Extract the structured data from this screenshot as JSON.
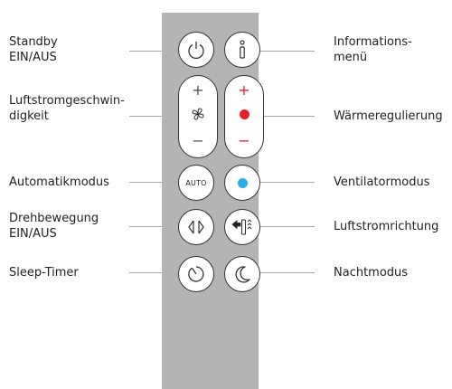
{
  "labels": {
    "standby_line1": "Standby",
    "standby_line2": "EIN/AUS",
    "airflow_line1": "Luftstromgeschwin-",
    "airflow_line2": "digkeit",
    "auto_mode": "Automatikmodus",
    "oscillation_line1": "Drehbewegung",
    "oscillation_line2": "EIN/AUS",
    "sleep_timer": "Sleep-Timer",
    "info_line1": "Informations-",
    "info_line2": "menü",
    "heat_control": "Wärmeregulierung",
    "fan_mode": "Ventilatormodus",
    "airflow_direction": "Luftstromrichtung",
    "night_mode": "Nachtmodus"
  },
  "buttons": {
    "auto_label": "AUTO",
    "plus_sign": "+",
    "minus_sign": "−"
  },
  "colors": {
    "remote_body": "#b4b4b4",
    "heat_accent": "#e5202a",
    "fan_accent": "#29aee8",
    "button_outline": "#333333",
    "leader_line": "#a8a8a8"
  },
  "icons": [
    "power-icon",
    "info-icon",
    "fan-icon",
    "oscillation-icon",
    "airflow-direction-icon",
    "sleep-timer-icon",
    "moon-icon"
  ]
}
